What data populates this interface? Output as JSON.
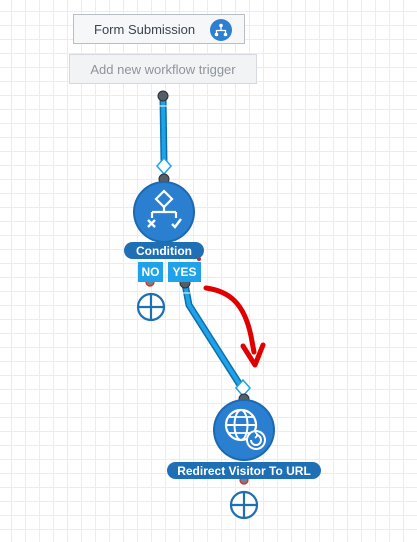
{
  "trigger": {
    "label": "Form Submission",
    "icon": "sitemap-icon"
  },
  "add_trigger": {
    "label": "Add new workflow trigger"
  },
  "condition_node": {
    "label": "Condition",
    "icon": "condition-branch-icon"
  },
  "branches": {
    "no_label": "NO",
    "yes_label": "YES"
  },
  "action_node": {
    "label": "Redirect Visitor To URL",
    "icon": "globe-redirect-icon"
  },
  "colors": {
    "node_blue": "#1f6fb5",
    "connector_blue": "#1ea3ea",
    "branch_blue": "#1ea3ea",
    "annotation_arrow": "#e00000"
  }
}
